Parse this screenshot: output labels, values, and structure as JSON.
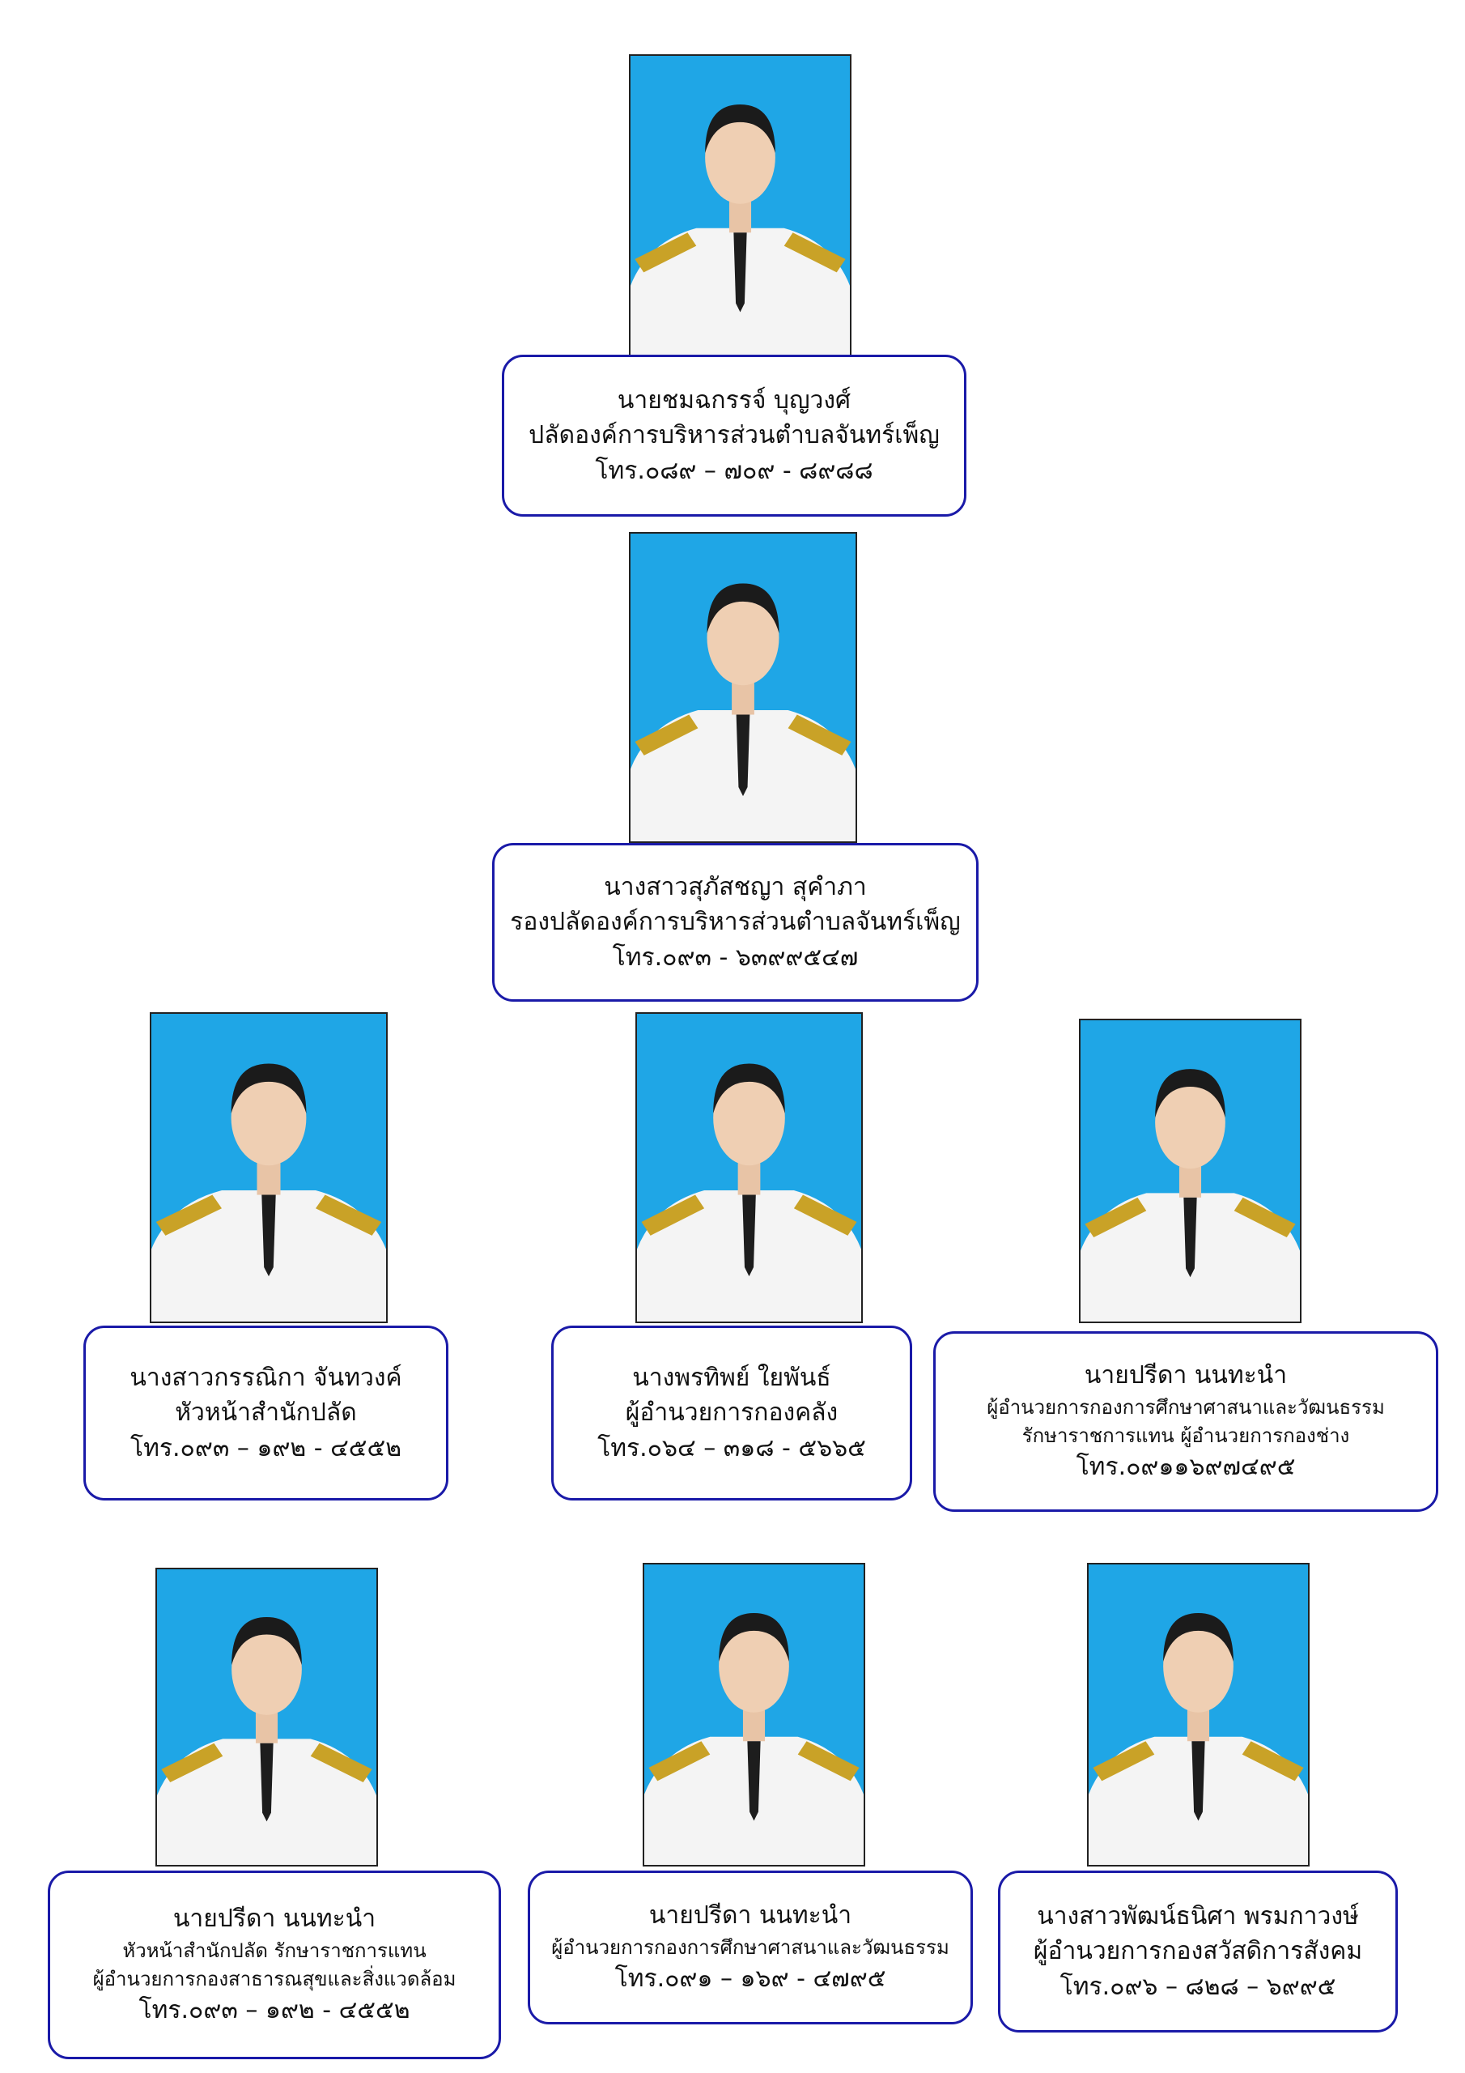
{
  "colors": {
    "photo_background": "#1fa6e6",
    "card_border": "#1a1aa8"
  },
  "people": [
    {
      "name": "นายชมฉกรรจ์  บุญวงศ์",
      "lines": [
        "ปลัดองค์การบริหารส่วนตำบลจันทร์เพ็ญ"
      ],
      "phone": "โทร.๐๘๙ – ๗๐๙ - ๘๙๘๘"
    },
    {
      "name": "นางสาวสุภัสชญา  สุคำภา",
      "lines": [
        "รองปลัดองค์การบริหารส่วนตำบลจันทร์เพ็ญ"
      ],
      "phone": "โทร.๐๙๓ - ๖๓๙๙๕๔๗"
    },
    {
      "name": "นางสาวกรรณิกา  จันทวงค์",
      "lines": [
        "หัวหน้าสำนักปลัด"
      ],
      "phone": "โทร.๐๙๓ – ๑๙๒ - ๔๕๕๒"
    },
    {
      "name": "นางพรทิพย์  ใยพันธ์",
      "lines": [
        "ผู้อำนวยการกองคลัง"
      ],
      "phone": "โทร.๐๖๔ – ๓๑๘ - ๕๖๖๕"
    },
    {
      "name": "นายปรีดา  นนทะนำ",
      "lines": [
        "ผู้อำนวยการกองการศึกษาศาสนาและวัฒนธรรม",
        "รักษาราชการแทน  ผู้อำนวยการกองช่าง"
      ],
      "phone": "โทร.๐๙๑๑๖๙๗๔๙๕"
    },
    {
      "name": "นายปรีดา  นนทะนำ",
      "lines": [
        "หัวหน้าสำนักปลัด รักษาราชการแทน",
        "ผู้อำนวยการกองสาธารณสุขและสิ่งแวดล้อม"
      ],
      "phone": "โทร.๐๙๓ – ๑๙๒ - ๔๕๕๒"
    },
    {
      "name": "นายปรีดา  นนทะนำ",
      "lines": [
        "ผู้อำนวยการกองการศึกษาศาสนาและวัฒนธรรม"
      ],
      "phone": "โทร.๐๙๑ – ๑๖๙ - ๔๗๙๕"
    },
    {
      "name": "นางสาวพัฒน์ธนิศา  พรมกาวงษ์",
      "lines": [
        "ผู้อำนวยการกองสวัสดิการสังคม"
      ],
      "phone": "โทร.๐๙๖ – ๘๒๘ – ๖๙๙๕"
    }
  ]
}
